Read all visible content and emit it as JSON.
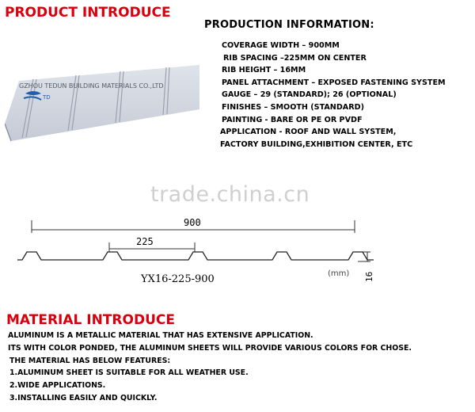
{
  "product_section": {
    "title": "PRODUCT INTRODUCE"
  },
  "production_info": {
    "title": "PRODUCTION  INFORMATION:",
    "specs": [
      "COVERAGE WIDTH – 900MM",
      "RIB SPACING –225MM ON CENTER",
      "RIB HEIGHT – 16MM",
      "PANEL ATTACHMENT – EXPOSED FASTENING SYSTEM",
      "GAUGE – 29 (STANDARD); 26 (OPTIONAL)",
      "FINISHES – SMOOTH (STANDARD)",
      "PAINTING - BARE OR PE OR PVDF",
      "APPLICATION - ROOF AND WALL SYSTEM, FACTORY BUILDING,EXHIBITION CENTER, ETC"
    ]
  },
  "product_image": {
    "watermark_text": "GZHOU TEDUN BUILDING MATERIALS CO.,LTD",
    "logo_text": "TD"
  },
  "site_watermark": "trade.china.cn",
  "profile_drawing": {
    "width_label": "900",
    "spacing_label": "225",
    "height_label": "16",
    "model_label": "YX16-225-900",
    "unit_label": "(mm)"
  },
  "material_section": {
    "title": "MATERIAL INTRODUCE",
    "lines": [
      "ALUMINUM IS A METALLIC MATERIAL THAT HAS EXTENSIVE APPLICATION.",
      "ITS WITH COLOR PONDED, THE ALUMINUM SHEETS WILL PROVIDE VARIOUS COLORS FOR CHOSE.",
      "THE MATERIAL HAS BELOW FEATURES:",
      "1.ALUMINUM SHEET IS SUITABLE FOR ALL WEATHER USE.",
      "2.WIDE APPLICATIONS.",
      "3.INSTALLING EASILY AND QUICKLY."
    ]
  },
  "colors": {
    "heading_red": "#d8000c",
    "panel_light": "#d9dde6",
    "panel_dark": "#a9b0be",
    "logo_blue": "#1f5fb0"
  }
}
